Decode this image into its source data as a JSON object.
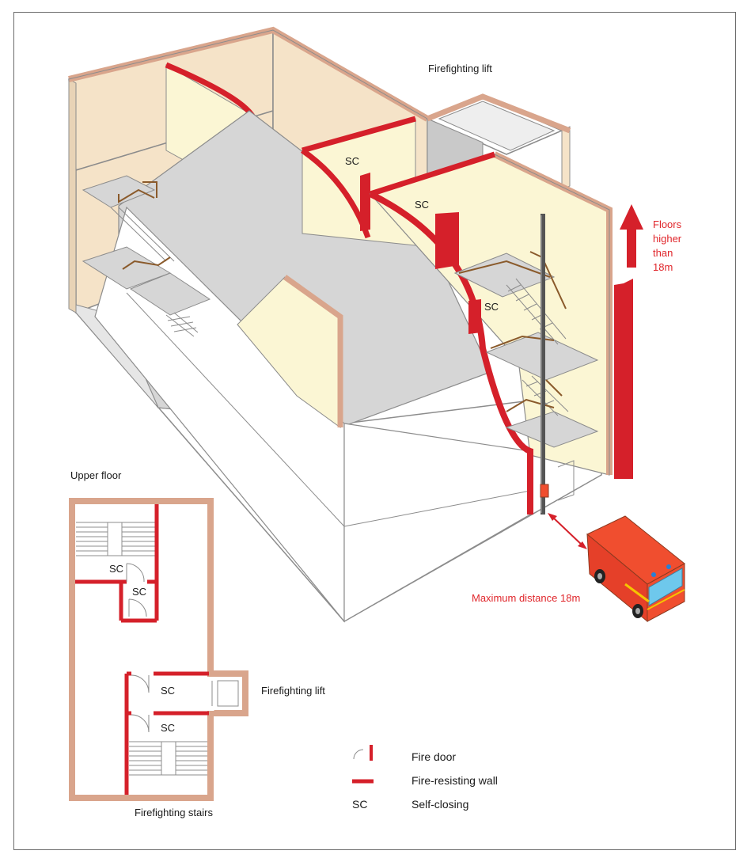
{
  "labels": {
    "firefighting_lift_top": "Firefighting lift",
    "floors_higher": [
      "Floors",
      "higher",
      "than",
      "18m"
    ],
    "max_distance": "Maximum distance 18m",
    "upper_floor": "Upper floor",
    "firefighting_lift_plan": "Firefighting lift",
    "firefighting_stairs": "Firefighting stairs",
    "sc": "SC"
  },
  "legend": [
    {
      "icon": "fire-door-icon",
      "label": "Fire door"
    },
    {
      "icon": "fire-resisting-wall-icon",
      "label": "Fire-resisting wall"
    },
    {
      "icon": "sc",
      "label": "Self-closing"
    }
  ],
  "colors": {
    "wall_cream": "#fbf6d4",
    "wall_tan": "#f5e3c8",
    "wall_cap": "#d9a58c",
    "fire_red": "#d5202a",
    "floor_gray": "#d6d6d6",
    "line_gray": "#8c8c8c",
    "rail_brown": "#8a5a2b",
    "truck_red": "#f04e2f",
    "truck_window": "#6ec8ec",
    "accent_red_text": "#e0262b"
  }
}
